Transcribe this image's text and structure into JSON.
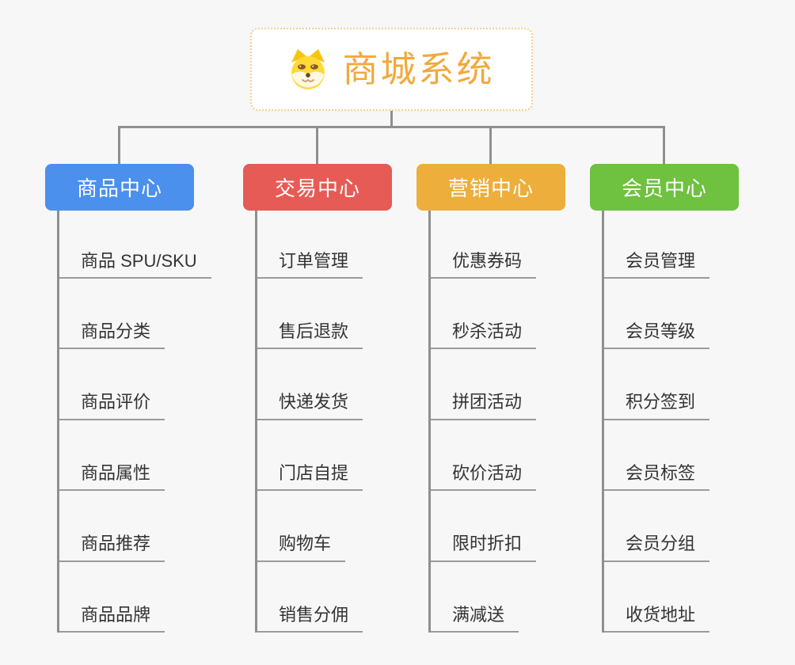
{
  "app": {
    "background": "#F7F7F7"
  },
  "root": {
    "title": "商城系统",
    "icon": "doge-icon",
    "text_color": "#F2A93B",
    "border_color": "#F5CE8E"
  },
  "branches": [
    {
      "label": "商品中心",
      "color": "#4A90EC",
      "children": [
        "商品 SPU/SKU",
        "商品分类",
        "商品评价",
        "商品属性",
        "商品推荐",
        "商品品牌"
      ]
    },
    {
      "label": "交易中心",
      "color": "#E65B56",
      "children": [
        "订单管理",
        "售后退款",
        "快递发货",
        "门店自提",
        "购物车",
        "销售分佣"
      ]
    },
    {
      "label": "营销中心",
      "color": "#EDAE3B",
      "children": [
        "优惠券码",
        "秒杀活动",
        "拼团活动",
        "砍价活动",
        "限时折扣",
        "满减送"
      ]
    },
    {
      "label": "会员中心",
      "color": "#6FC140",
      "children": [
        "会员管理",
        "会员等级",
        "积分签到",
        "会员标签",
        "会员分组",
        "收货地址"
      ]
    }
  ],
  "connector_color": "#8F8F8F",
  "leaf": {
    "underline_color": "#9B9B9B",
    "text_color": "#333333"
  }
}
